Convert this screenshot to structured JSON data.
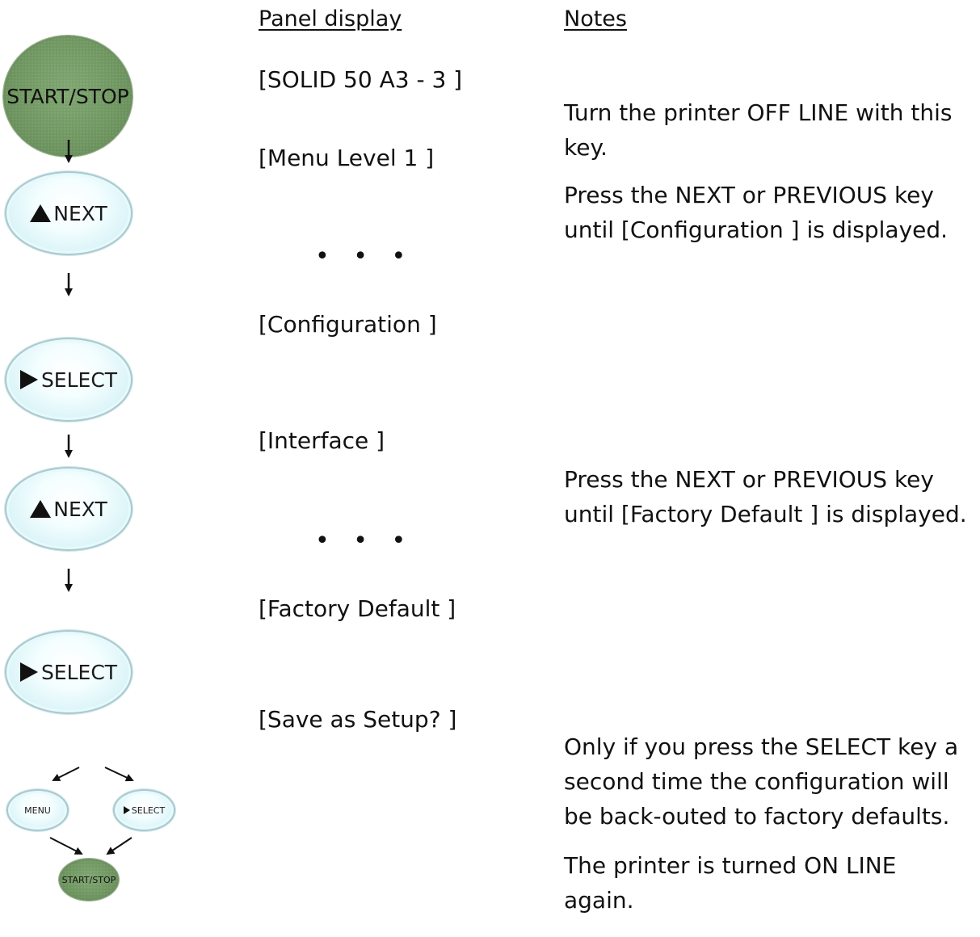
{
  "headings": {
    "panel_display": "Panel display",
    "notes": "Notes"
  },
  "keys": {
    "start_stop": "START/STOP",
    "next": "NEXT",
    "select": "SELECT",
    "menu": "MENU"
  },
  "panel": {
    "line1": "[SOLID 50 A3 - 3 ]",
    "line2": "[Menu Level 1 ]",
    "dots1": "• • •",
    "line3": "[Configuration ]",
    "line4": "[Interface  ]",
    "dots2": "• • •",
    "line5": "[Factory Default ]",
    "line6": "[Save as Setup? ]"
  },
  "notes": {
    "note1": "Turn the printer OFF LINE with this key.",
    "note2": "Press the NEXT or PREVIOUS key until [Configuration ] is displayed.",
    "note3": "Press the NEXT or PREVIOUS key until [Factory Default ] is displayed.",
    "note4": "Only if you press the SELECT key a second time the configuration will be back-outed to factory defaults.",
    "note5": "The printer is turned ON LINE again."
  },
  "colors": {
    "key_light": "#d8f3f7",
    "key_green": "#6e955f"
  }
}
